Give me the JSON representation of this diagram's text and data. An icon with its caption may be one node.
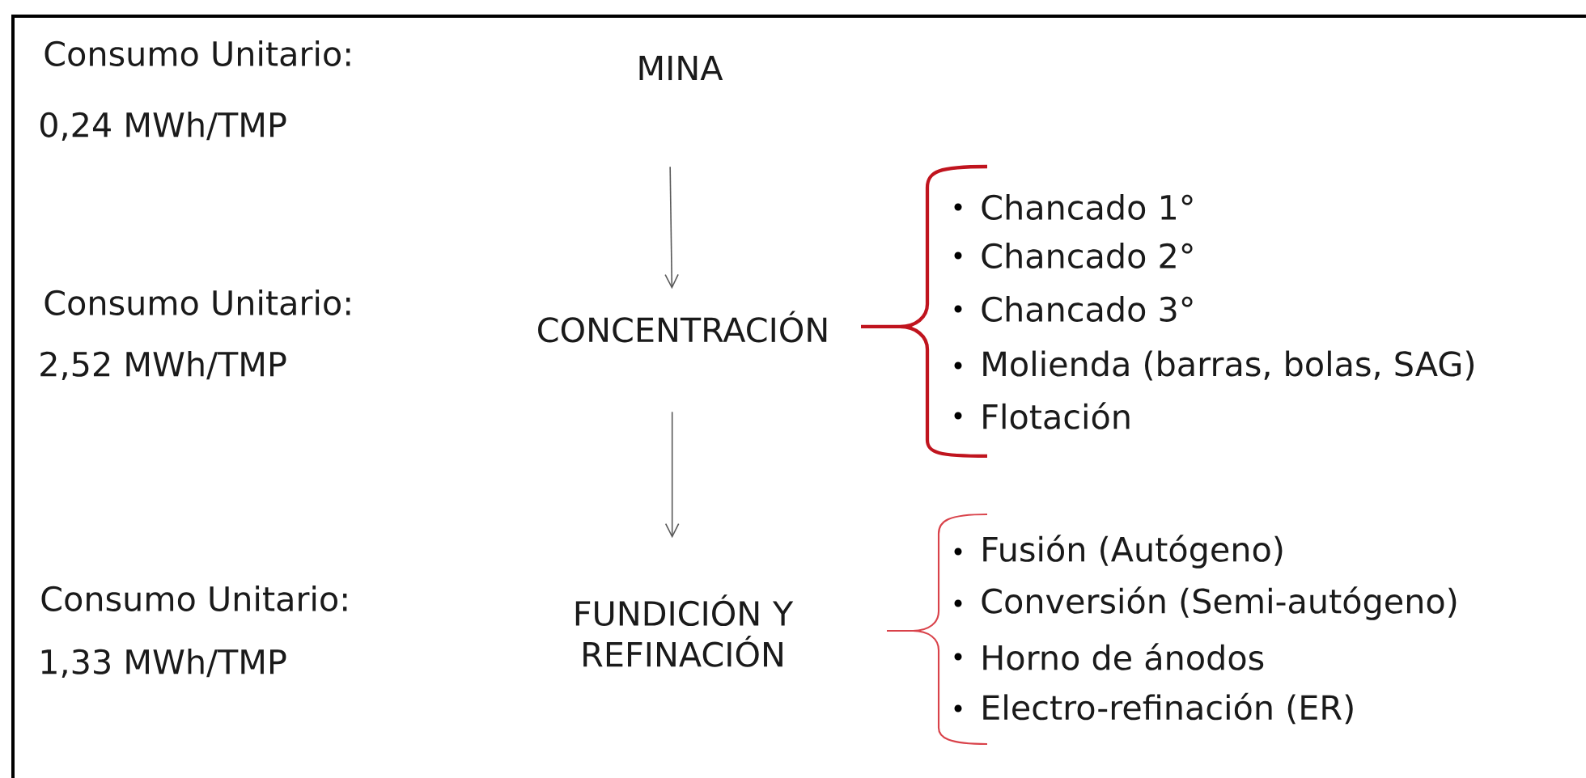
{
  "diagram": {
    "nodes": [
      {
        "text": [
          "MINA"
        ]
      },
      {
        "text": [
          "CONCENTRACIÓN"
        ]
      },
      {
        "text": [
          "FUNDICIÓN Y REFINACIÓN"
        ]
      }
    ],
    "edges": [
      {
        "from": 0,
        "to": 1,
        "arrow": "to"
      },
      {
        "from": 1,
        "to": 2,
        "arrow": "to"
      }
    ],
    "labels": [
      "Consumo Unitario:",
      "0,24 MWh/TMP",
      "Consumo Unitario:",
      "2,52 MWh/TMP",
      "Chancado 1°",
      "Chancado 2°",
      "Chancado 3°",
      "Molienda (barras, bolas, SAG)",
      "Flotación",
      "Consumo Unitario:",
      "1,33 MWh/TMP",
      "Fusión (Autógeno)",
      "Conversión (Semi-autógeno)",
      "Horno de ánodos",
      "Electro-refinación (ER)"
    ]
  }
}
